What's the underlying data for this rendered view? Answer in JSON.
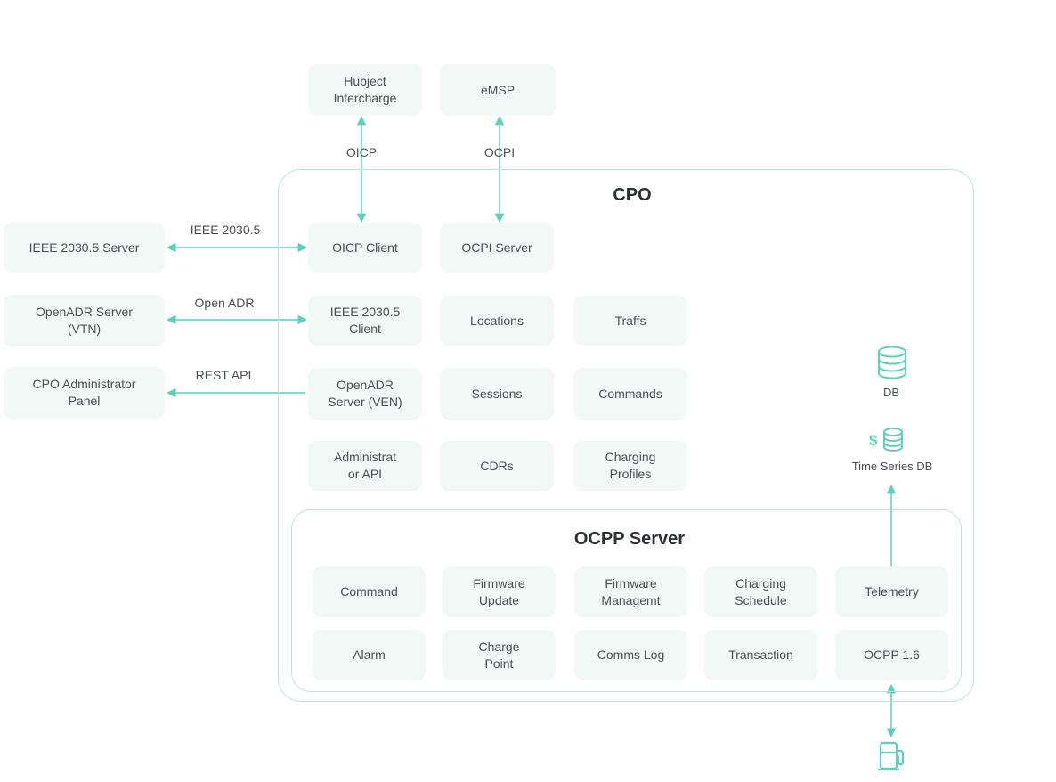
{
  "external": {
    "hubject": "Hubject\nIntercharge",
    "emsp": "eMSP",
    "ieee_server": "IEEE 2030.5 Server",
    "openadr_server": "OpenADR Server\n(VTN)",
    "cpo_admin_panel": "CPO Administrator\nPanel"
  },
  "protocols": {
    "oicp": "OICP",
    "ocpi": "OCPI",
    "ieee": "IEEE 2030.5",
    "openadr": "Open ADR",
    "rest": "REST API"
  },
  "cpo": {
    "title": "CPO",
    "oicp_client": "OICP Client",
    "ocpi_server": "OCPI Server",
    "ieee_client": "IEEE 2030.5\nClient",
    "locations": "Locations",
    "tariffs": "Traffs",
    "openadr_ven": "OpenADR\nServer (VEN)",
    "sessions": "Sessions",
    "commands": "Commands",
    "admin_api": "Administrat\nor API",
    "cdrs": "CDRs",
    "charging_profiles": "Charging\nProfiles",
    "db": "DB",
    "tsdb": "Time Series DB"
  },
  "ocpp": {
    "title": "OCPP Server",
    "command": "Command",
    "firmware_update": "Firmware\nUpdate",
    "firmware_mgmt": "Firmware\nManagemt",
    "charging_schedule": "Charging\nSchedule",
    "telemetry": "Telemetry",
    "alarm": "Alarm",
    "charge_point": "Charge\nPoint",
    "comms_log": "Comms Log",
    "transaction": "Transaction",
    "ocpp16": "OCPP 1.6"
  },
  "colors": {
    "accent": "#5fd0b8",
    "box_fill": "#f1f8f5",
    "container_border": "#b6e7dc"
  },
  "icons": [
    "database-icon",
    "time-series-database-icon",
    "charging-station-icon"
  ]
}
